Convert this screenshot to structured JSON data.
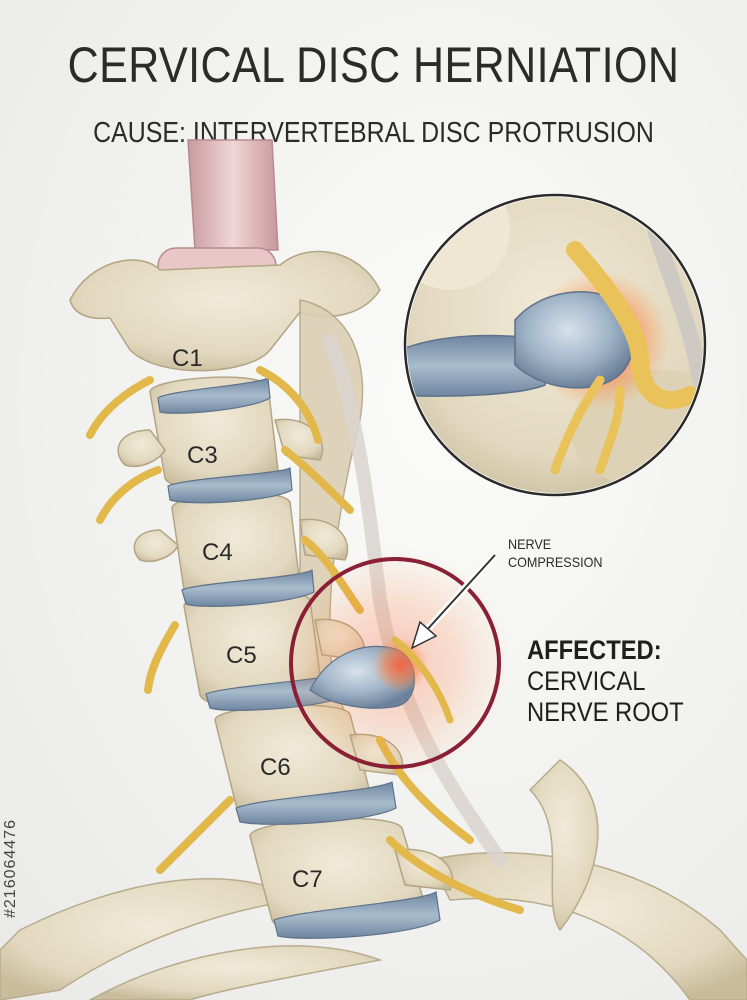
{
  "header": {
    "title": "CERVICAL DISC HERNIATION",
    "subtitle": "CAUSE: INTERVERTEBRAL DISC PROTRUSION"
  },
  "vertebrae_labels": [
    "C1",
    "C3",
    "C4",
    "C5",
    "C6",
    "C7"
  ],
  "callouts": {
    "nerve_compression": [
      "NERVE",
      "COMPRESSION"
    ],
    "affected_heading": "AFFECTED:",
    "affected_lines": [
      "CERVICAL",
      "NERVE ROOT"
    ]
  },
  "watermark": {
    "stock_id": "#216064476"
  },
  "colors": {
    "bone": "#e6ddc7",
    "disc": "#8ea3b8",
    "nerve": "#e9c35a",
    "inflammation": "#e03a2a",
    "ring": "#8a2035",
    "text": "#2b2b2b"
  }
}
